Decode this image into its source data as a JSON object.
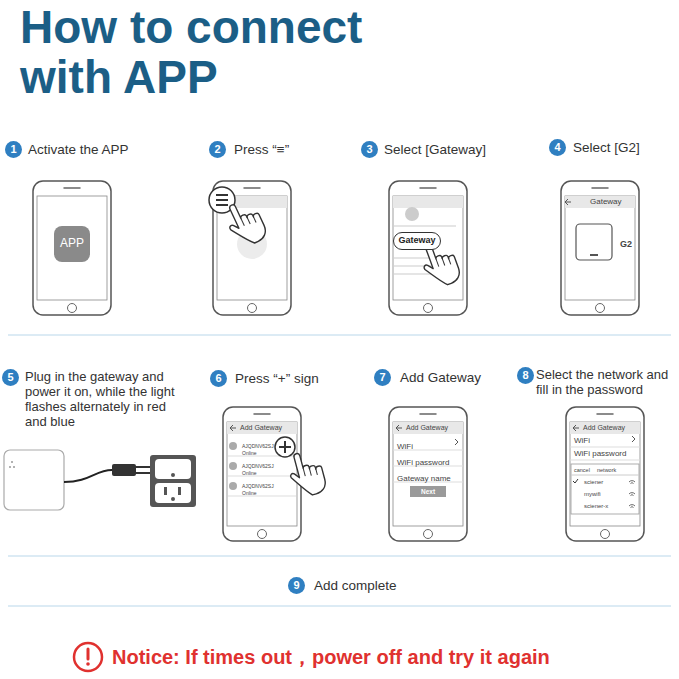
{
  "diagram": {
    "title": "How to connect with APP",
    "nodes": [
      {
        "text": [
          "APP"
        ]
      },
      {
        "text": [
          "Gateway"
        ]
      },
      {
        "text": [
          "Gateway",
          "G2"
        ]
      },
      {
        "text": [
          "Add Gateway",
          "AJQDNV62SJ",
          "Online",
          "AJQDNV62SJ",
          "Online",
          "AJQDNV62SJ",
          "Online"
        ]
      },
      {
        "text": [
          "Add Gateway",
          "WiFi",
          "WiFi password",
          "Gateway name"
        ]
      },
      {
        "text": [
          "Next"
        ],
        "in": 4
      },
      {
        "text": [
          "Add Gateway",
          "WiFi",
          "WiFi password"
        ]
      },
      {
        "text": [
          "cancel",
          "network",
          "sciener",
          "mywifi",
          "sciener-x"
        ],
        "in": 6
      }
    ],
    "labels": [
      "1",
      "Activate the APP",
      "2",
      "Press “≡”",
      "3",
      "Select [Gateway]",
      "4",
      "Select [G2]",
      "5",
      "Plug in the gateway and power it on, while the light flashes alternately in red and blue",
      "6",
      "Press “+” sign",
      "7",
      "Add Gateway",
      "8",
      "Select the network and fill in the password",
      "9",
      "Add complete",
      "Notice: If times out，power off and try it again"
    ]
  }
}
